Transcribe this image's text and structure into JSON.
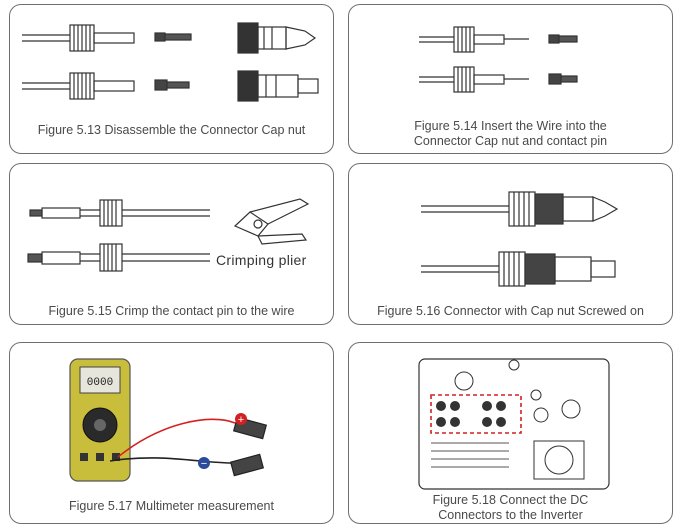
{
  "figures": {
    "f513": {
      "caption": "Figure 5.13 Disassemble the Connector Cap nut"
    },
    "f514": {
      "caption_line1": "Figure 5.14 Insert the Wire into the",
      "caption_line2": "Connector Cap nut and contact pin"
    },
    "f515": {
      "caption": "Figure 5.15 Crimp the contact pin to the wire",
      "tool_label": "Crimping plier"
    },
    "f516": {
      "caption": "Figure 5.16 Connector with Cap nut Screwed on"
    },
    "f517": {
      "caption": "Figure 5.17 Multimeter measurement",
      "meter_display": "0000",
      "plus_sign": "+",
      "minus_sign": "−"
    },
    "f518": {
      "caption_line1": "Figure 5.18 Connect the DC",
      "caption_line2": "Connectors to the Inverter"
    }
  },
  "colors": {
    "border": "#6f6f6f",
    "caption": "#4a4a4a",
    "meter_body": "#c9bd3c",
    "probe_red": "#d42020",
    "probe_blue": "#2b4a9a",
    "dashed_highlight": "#d42020"
  }
}
